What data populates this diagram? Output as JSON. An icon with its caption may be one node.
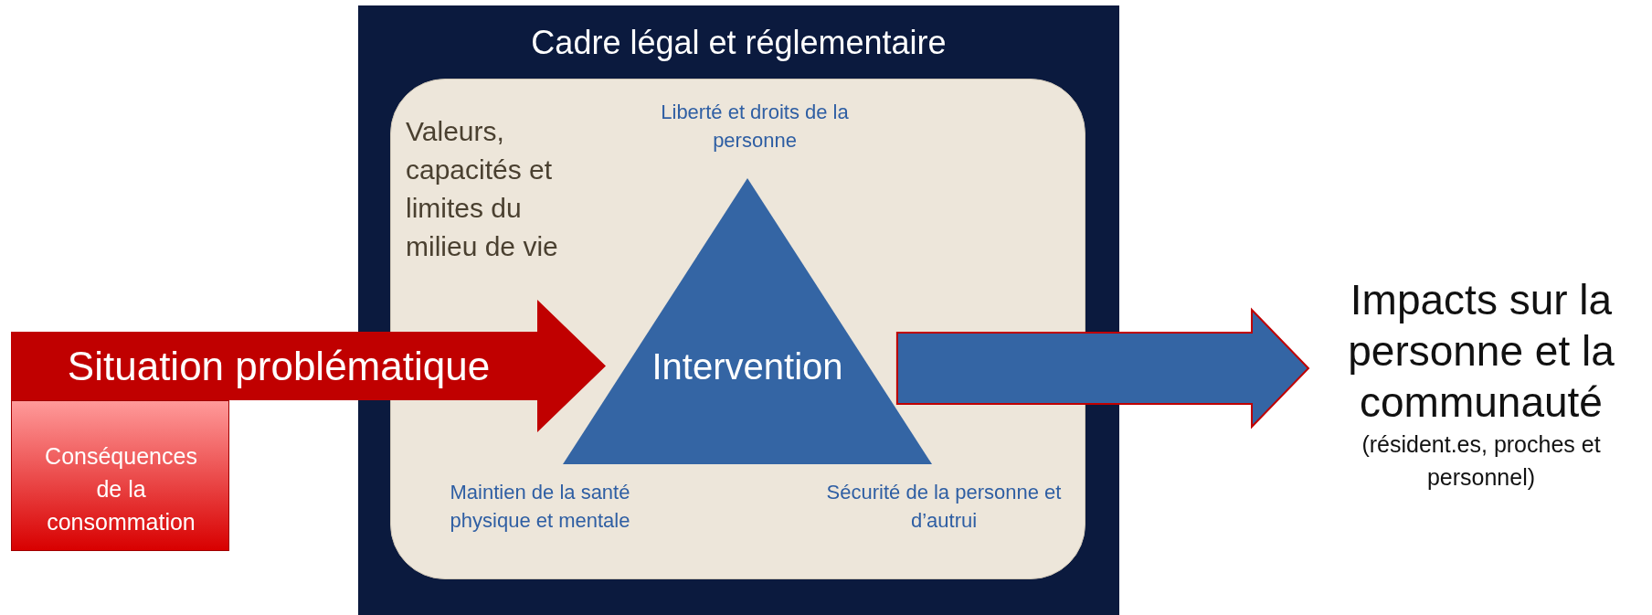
{
  "diagram": {
    "nodes": [
      {
        "text": [
          "Cadre légal et réglementaire"
        ]
      },
      {
        "text": [
          "Valeurs, capacités et limites du milieu de vie"
        ],
        "in": 0
      },
      {
        "text": [
          "Intervention"
        ],
        "beside": [
          "Liberté et droits de la personne",
          "Maintien de la santé physique et mentale",
          "Sécurité de la personne et d’autrui"
        ],
        "in": 1
      },
      {
        "text": [
          "Situation problématique"
        ]
      },
      {
        "text": [
          "Conséquences de la consommation"
        ]
      },
      {
        "text": [
          "Impacts sur la personne et la communauté",
          "(résident.es, proches et personnel)"
        ]
      }
    ],
    "edges": [
      {
        "from": 2,
        "to": 5,
        "arrow": "to"
      }
    ]
  }
}
